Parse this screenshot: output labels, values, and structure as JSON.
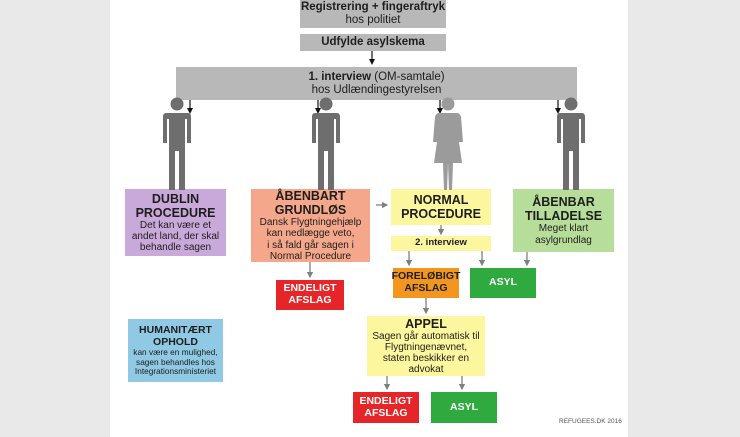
{
  "step1": {
    "line1": "Registrering + fingeraftryk",
    "line2": "hos politiet"
  },
  "step2": {
    "label": "Udfylde asylskema"
  },
  "interview1": {
    "bold": "1. interview",
    "rest": " (OM-samtale)",
    "line2": "hos Udlændingestyrelsen"
  },
  "dublin": {
    "title1": "DUBLIN",
    "title2": "PROCEDURE",
    "text": [
      "Det kan være et",
      "andet land, der skal",
      "behandle sagen"
    ]
  },
  "abenbart": {
    "title1": "ÅBENBART",
    "title2": "GRUNDLØS",
    "text": [
      "Dansk Flygtningehjælp",
      "kan nedlægge veto,",
      "i så fald går sagen i",
      "Normal Procedure"
    ]
  },
  "normal": {
    "title1": "NORMAL",
    "title2": "PROCEDURE"
  },
  "interview2": {
    "label": "2. interview"
  },
  "abenbar": {
    "title1": "ÅBENBAR",
    "title2": "TILLADELSE",
    "text": [
      "Meget klart",
      "asylgrundlag"
    ]
  },
  "endeligt1": {
    "line1": "ENDELIGT",
    "line2": "AFSLAG"
  },
  "foreloebigt": {
    "line1": "FORELØBIGT",
    "line2": "AFSLAG"
  },
  "asyl1": {
    "label": "ASYL"
  },
  "humanitaert": {
    "title1": "HUMANITÆRT",
    "title2": "OPHOLD",
    "text": [
      "kan være en mulighed,",
      "sagen behandles hos",
      "Integrationsministeriet"
    ]
  },
  "appel": {
    "title": "APPEL",
    "text": [
      "Sagen går automatisk til",
      "Flygtningenævnet,",
      "staten beskikker en",
      "advokat"
    ]
  },
  "endeligt2": {
    "line1": "ENDELIGT",
    "line2": "AFSLAG"
  },
  "asyl2": {
    "label": "ASYL"
  },
  "credit": "REFUGEES.DK 2016",
  "colors": {
    "purple": "#c8a9d9",
    "salmon": "#f4a78a",
    "yellow": "#fcf69e",
    "light_green": "#b7dd9a",
    "blue": "#8fc9e3",
    "red": "#e52527",
    "green": "#2eaa3f",
    "orange": "#f2961f",
    "gray": "#b8b8b8"
  },
  "figures": [
    "man-icon",
    "man-icon",
    "woman-icon",
    "man-icon"
  ]
}
